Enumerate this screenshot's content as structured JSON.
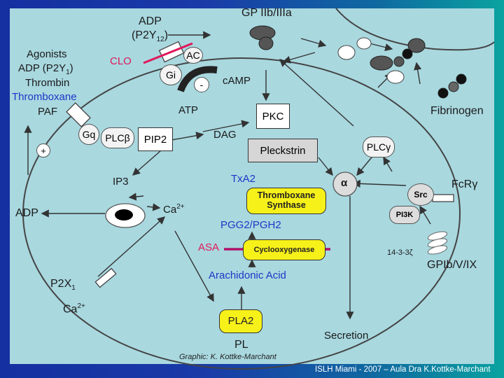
{
  "receptors": {
    "adp_p2y12": "ADP",
    "p2y12": "(P2Y",
    "p2y12_sub": "12",
    "p2y12_close": ")",
    "gpIIbIIIa": "GP IIb/IIIa",
    "agonists": "Agonists",
    "adp_p2y1": "ADP (P2Y",
    "p2y1_sub": "1",
    "p2y1_close": ")",
    "thrombin": "Thrombin",
    "thromboxane": "Thromboxane",
    "paf": "PAF",
    "fibrinogen": "Fibrinogen",
    "fcr": "FcRγ",
    "gpIbVIX": "GPIb/V/IX",
    "p2x1": "P2X",
    "p2x1_sub": "1",
    "ca_out": "Ca",
    "ca_out_sup": "2+",
    "adp_out": "ADP",
    "plus": "+"
  },
  "drugs": {
    "clo": "CLO",
    "asa": "ASA"
  },
  "signaling": {
    "ac": "AC",
    "gi": "Gi",
    "minus": "-",
    "camp": "cAMP",
    "atp": "ATP",
    "gq": "Gq",
    "plcb": "PLCβ",
    "pip2": "PIP2",
    "dag": "DAG",
    "pkc": "PKC",
    "pleckstrin": "Pleckstrin",
    "plcg": "PLCγ",
    "alpha": "α",
    "ip3": "IP3",
    "ca_in": "Ca",
    "ca_in_sup": "2+",
    "src": "Src",
    "pi3k": "PI3K",
    "fourteen33": "14-3-3ζ"
  },
  "eicosanoid": {
    "txa2": "TxA2",
    "tx_synthase": "Thromboxane Synthase",
    "pgg2": "PGG2/PGH2",
    "cyclooxygenase": "Cyclooxygenase",
    "arachidonic": "Arachidonic Acid",
    "pla2": "PLA2",
    "pl": "PL",
    "secretion": "Secretion"
  },
  "credit": "Graphic: K. Kottke-Marchant",
  "footer": "ISLH Miami - 2007 – Aula Dra K.Kottke-Marchant",
  "colors": {
    "background": "#a9d8df",
    "accent_blue": "#1f36c6",
    "accent_red": "#e0185a",
    "yellow": "#f7f11a"
  }
}
